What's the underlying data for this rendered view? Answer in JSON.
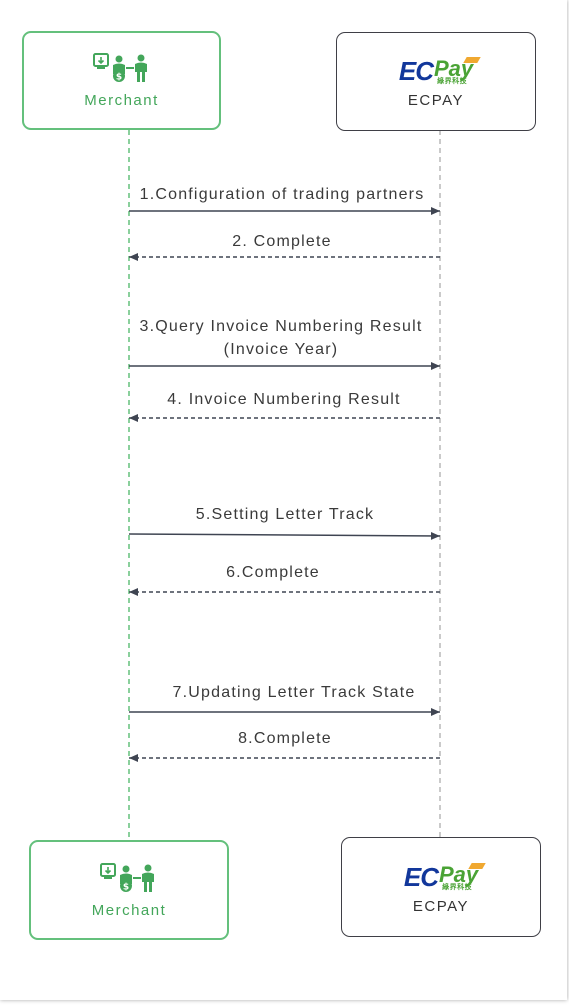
{
  "participants": {
    "merchant": {
      "label": "Merchant",
      "icon": "merchant-icon"
    },
    "ecpay": {
      "label": "ECPAY",
      "logo_text_ec": "EC",
      "logo_text_pay": "Pay",
      "logo_sub": "綠界科技"
    }
  },
  "colors": {
    "merchant_green": "#64c07c",
    "merchant_label": "#43a65a",
    "lifeline_grey": "#b8b8b8",
    "arrow": "#3f4552",
    "ecpay_blue": "#12379b",
    "ecpay_green": "#4aa335",
    "ecpay_orange": "#f0a830"
  },
  "messages": [
    {
      "step": 1,
      "line1": "1.Configuration of trading partners",
      "line2": "",
      "direction": "to-ecpay",
      "style": "solid"
    },
    {
      "step": 2,
      "line1": "2. Complete",
      "line2": "",
      "direction": "to-merchant",
      "style": "dashed"
    },
    {
      "step": 3,
      "line1": "3.Query Invoice Numbering Result",
      "line2": "(Invoice Year)",
      "direction": "to-ecpay",
      "style": "solid"
    },
    {
      "step": 4,
      "line1": "4. Invoice Numbering Result",
      "line2": "",
      "direction": "to-merchant",
      "style": "dashed"
    },
    {
      "step": 5,
      "line1": "5.Setting Letter Track",
      "line2": "",
      "direction": "to-ecpay",
      "style": "solid"
    },
    {
      "step": 6,
      "line1": "6.Complete",
      "line2": "",
      "direction": "to-merchant",
      "style": "dashed"
    },
    {
      "step": 7,
      "line1": "7.Updating Letter Track State",
      "line2": "",
      "direction": "to-ecpay",
      "style": "solid"
    },
    {
      "step": 8,
      "line1": "8.Complete",
      "line2": "",
      "direction": "to-merchant",
      "style": "dashed"
    }
  ]
}
